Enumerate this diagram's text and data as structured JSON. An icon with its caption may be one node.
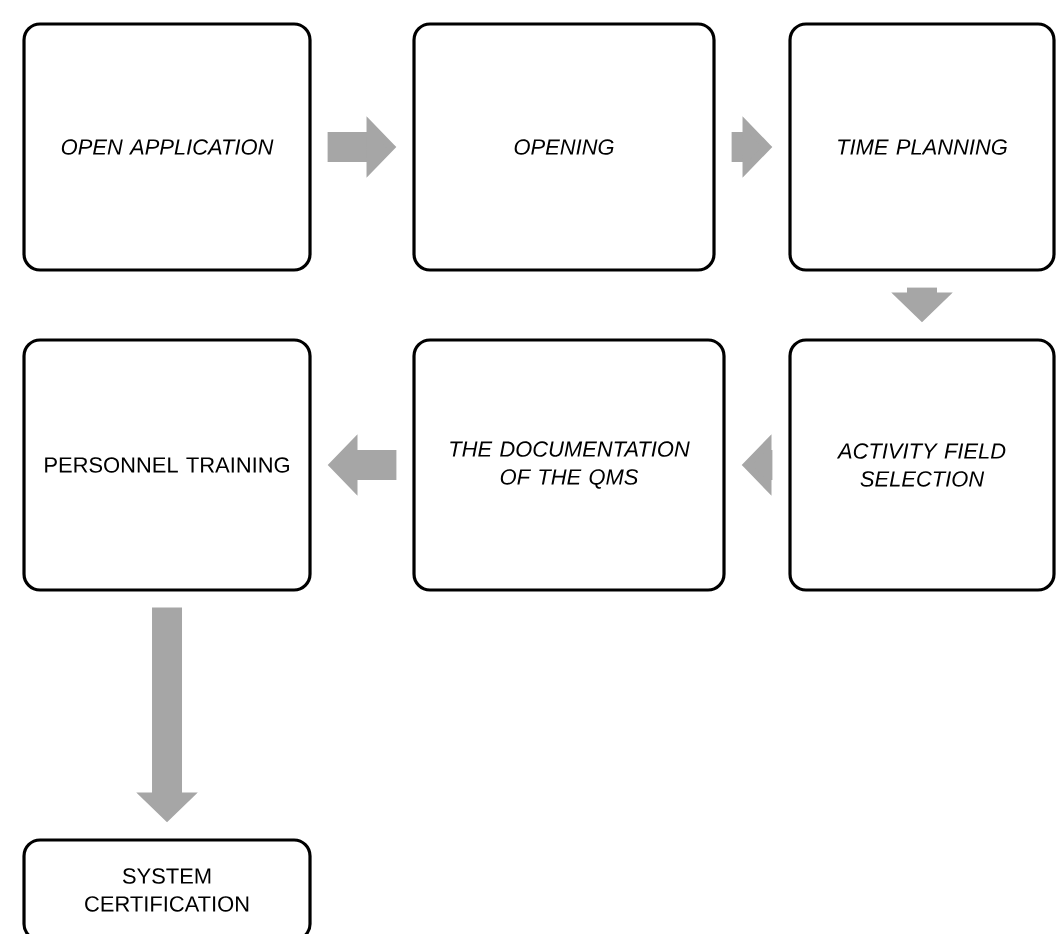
{
  "diagram": {
    "nodes": [
      {
        "text": [
          "OPEN APPLICATION"
        ]
      },
      {
        "text": [
          "OPENING"
        ]
      },
      {
        "text": [
          "TIME PLANNING"
        ]
      },
      {
        "text": [
          "PERSONNEL TRAINING"
        ]
      },
      {
        "text": [
          "THE DOCUMENTATION OF THE QMS"
        ]
      },
      {
        "text": [
          "ACTIVITY FIELD SELECTION"
        ]
      },
      {
        "text": [
          "SYSTEM CERTIFICATION"
        ]
      }
    ],
    "edges": [
      {
        "from": 0,
        "to": 1,
        "arrow": "to"
      },
      {
        "from": 1,
        "to": 2,
        "arrow": "to"
      },
      {
        "from": 2,
        "to": 5,
        "arrow": "to"
      },
      {
        "from": 5,
        "to": 4,
        "arrow": "to"
      },
      {
        "from": 4,
        "to": 3,
        "arrow": "to"
      },
      {
        "from": 3,
        "to": 6,
        "arrow": "to"
      }
    ]
  }
}
